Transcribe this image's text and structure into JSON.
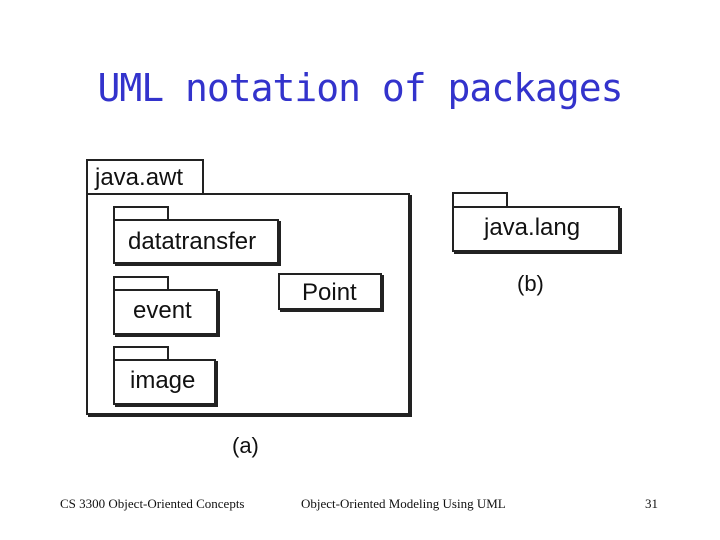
{
  "slide": {
    "title": "UML notation of packages"
  },
  "diagram": {
    "outer_package": {
      "name": "java.awt"
    },
    "inner_packages": [
      {
        "name": "datatransfer"
      },
      {
        "name": "event"
      },
      {
        "name": "image"
      }
    ],
    "class_point": {
      "name": "Point"
    },
    "caption_a": "(a)",
    "separate_package": {
      "name": "java.lang"
    },
    "caption_b": "(b)"
  },
  "footer": {
    "left": "CS 3300 Object-Oriented Concepts",
    "center": "Object-Oriented Modeling Using UML",
    "page": "31"
  }
}
